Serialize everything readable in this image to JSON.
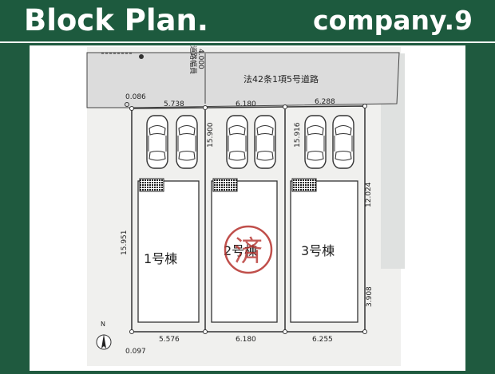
{
  "header": {
    "title": "Block Plan.",
    "brand": "company.9"
  },
  "plan": {
    "road_label": "法42条1項5号道路",
    "road_width_label": "道路幅員",
    "road_width_value": "4.000",
    "top_dims": [
      "0.086",
      "5.738",
      "6.180",
      "6.288"
    ],
    "vertical_dims": [
      "15.900",
      "15.916",
      "12.024",
      "15.951",
      "3.908"
    ],
    "bottom_dims": [
      "5.576",
      "6.180",
      "6.255",
      "0.097"
    ],
    "lots": [
      "1号棟",
      "2号棟",
      "3号棟"
    ],
    "stamp": "済",
    "compass": "N"
  },
  "colors": {
    "header_bg": "#1d5a3e",
    "stamp": "#b5302c"
  }
}
